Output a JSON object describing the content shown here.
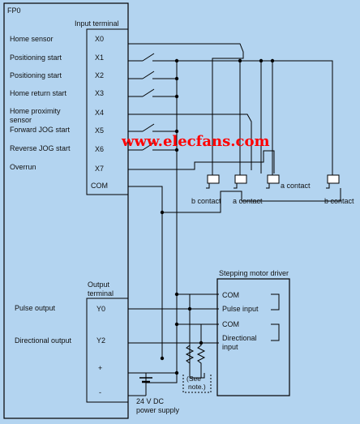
{
  "plc": {
    "name": "FP0",
    "input_block_title": "Input terminal",
    "inputs": [
      {
        "label": "Home sensor",
        "terminal": "X0"
      },
      {
        "label": "Positioning start",
        "terminal": "X1"
      },
      {
        "label": "Positioning start",
        "terminal": "X2"
      },
      {
        "label": "Home return start",
        "terminal": "X3"
      },
      {
        "label": "Home proximity",
        "label2": "sensor",
        "terminal": "X4"
      },
      {
        "label": "Forward JOG start",
        "terminal": "X5"
      },
      {
        "label": "Reverse JOG start",
        "terminal": "X6"
      },
      {
        "label": "Overrun",
        "terminal": "X7"
      }
    ],
    "input_common": "COM",
    "output_block_title_1": "Output",
    "output_block_title_2": "terminal",
    "outputs": [
      {
        "label": "Pulse output",
        "terminal": "Y0"
      },
      {
        "label": "Directional output",
        "terminal": "Y2"
      }
    ],
    "supply_plus": "+",
    "supply_minus": "-"
  },
  "sensors": {
    "b_contact_left": "b contact",
    "a_contact_left": "a contact",
    "a_contact_right": "a contact",
    "b_contact_right": "b contact"
  },
  "driver": {
    "title": "Stepping motor driver",
    "com_1": "COM",
    "pulse_input": "Pulse input",
    "com_2": "COM",
    "directional_input_1": "Directional",
    "directional_input_2": "input"
  },
  "note": {
    "line1": "(See",
    "line2": "note.)"
  },
  "power_supply": {
    "line1": "24 V DC",
    "line2": "power supply"
  },
  "watermark": "www.elecfans.com"
}
